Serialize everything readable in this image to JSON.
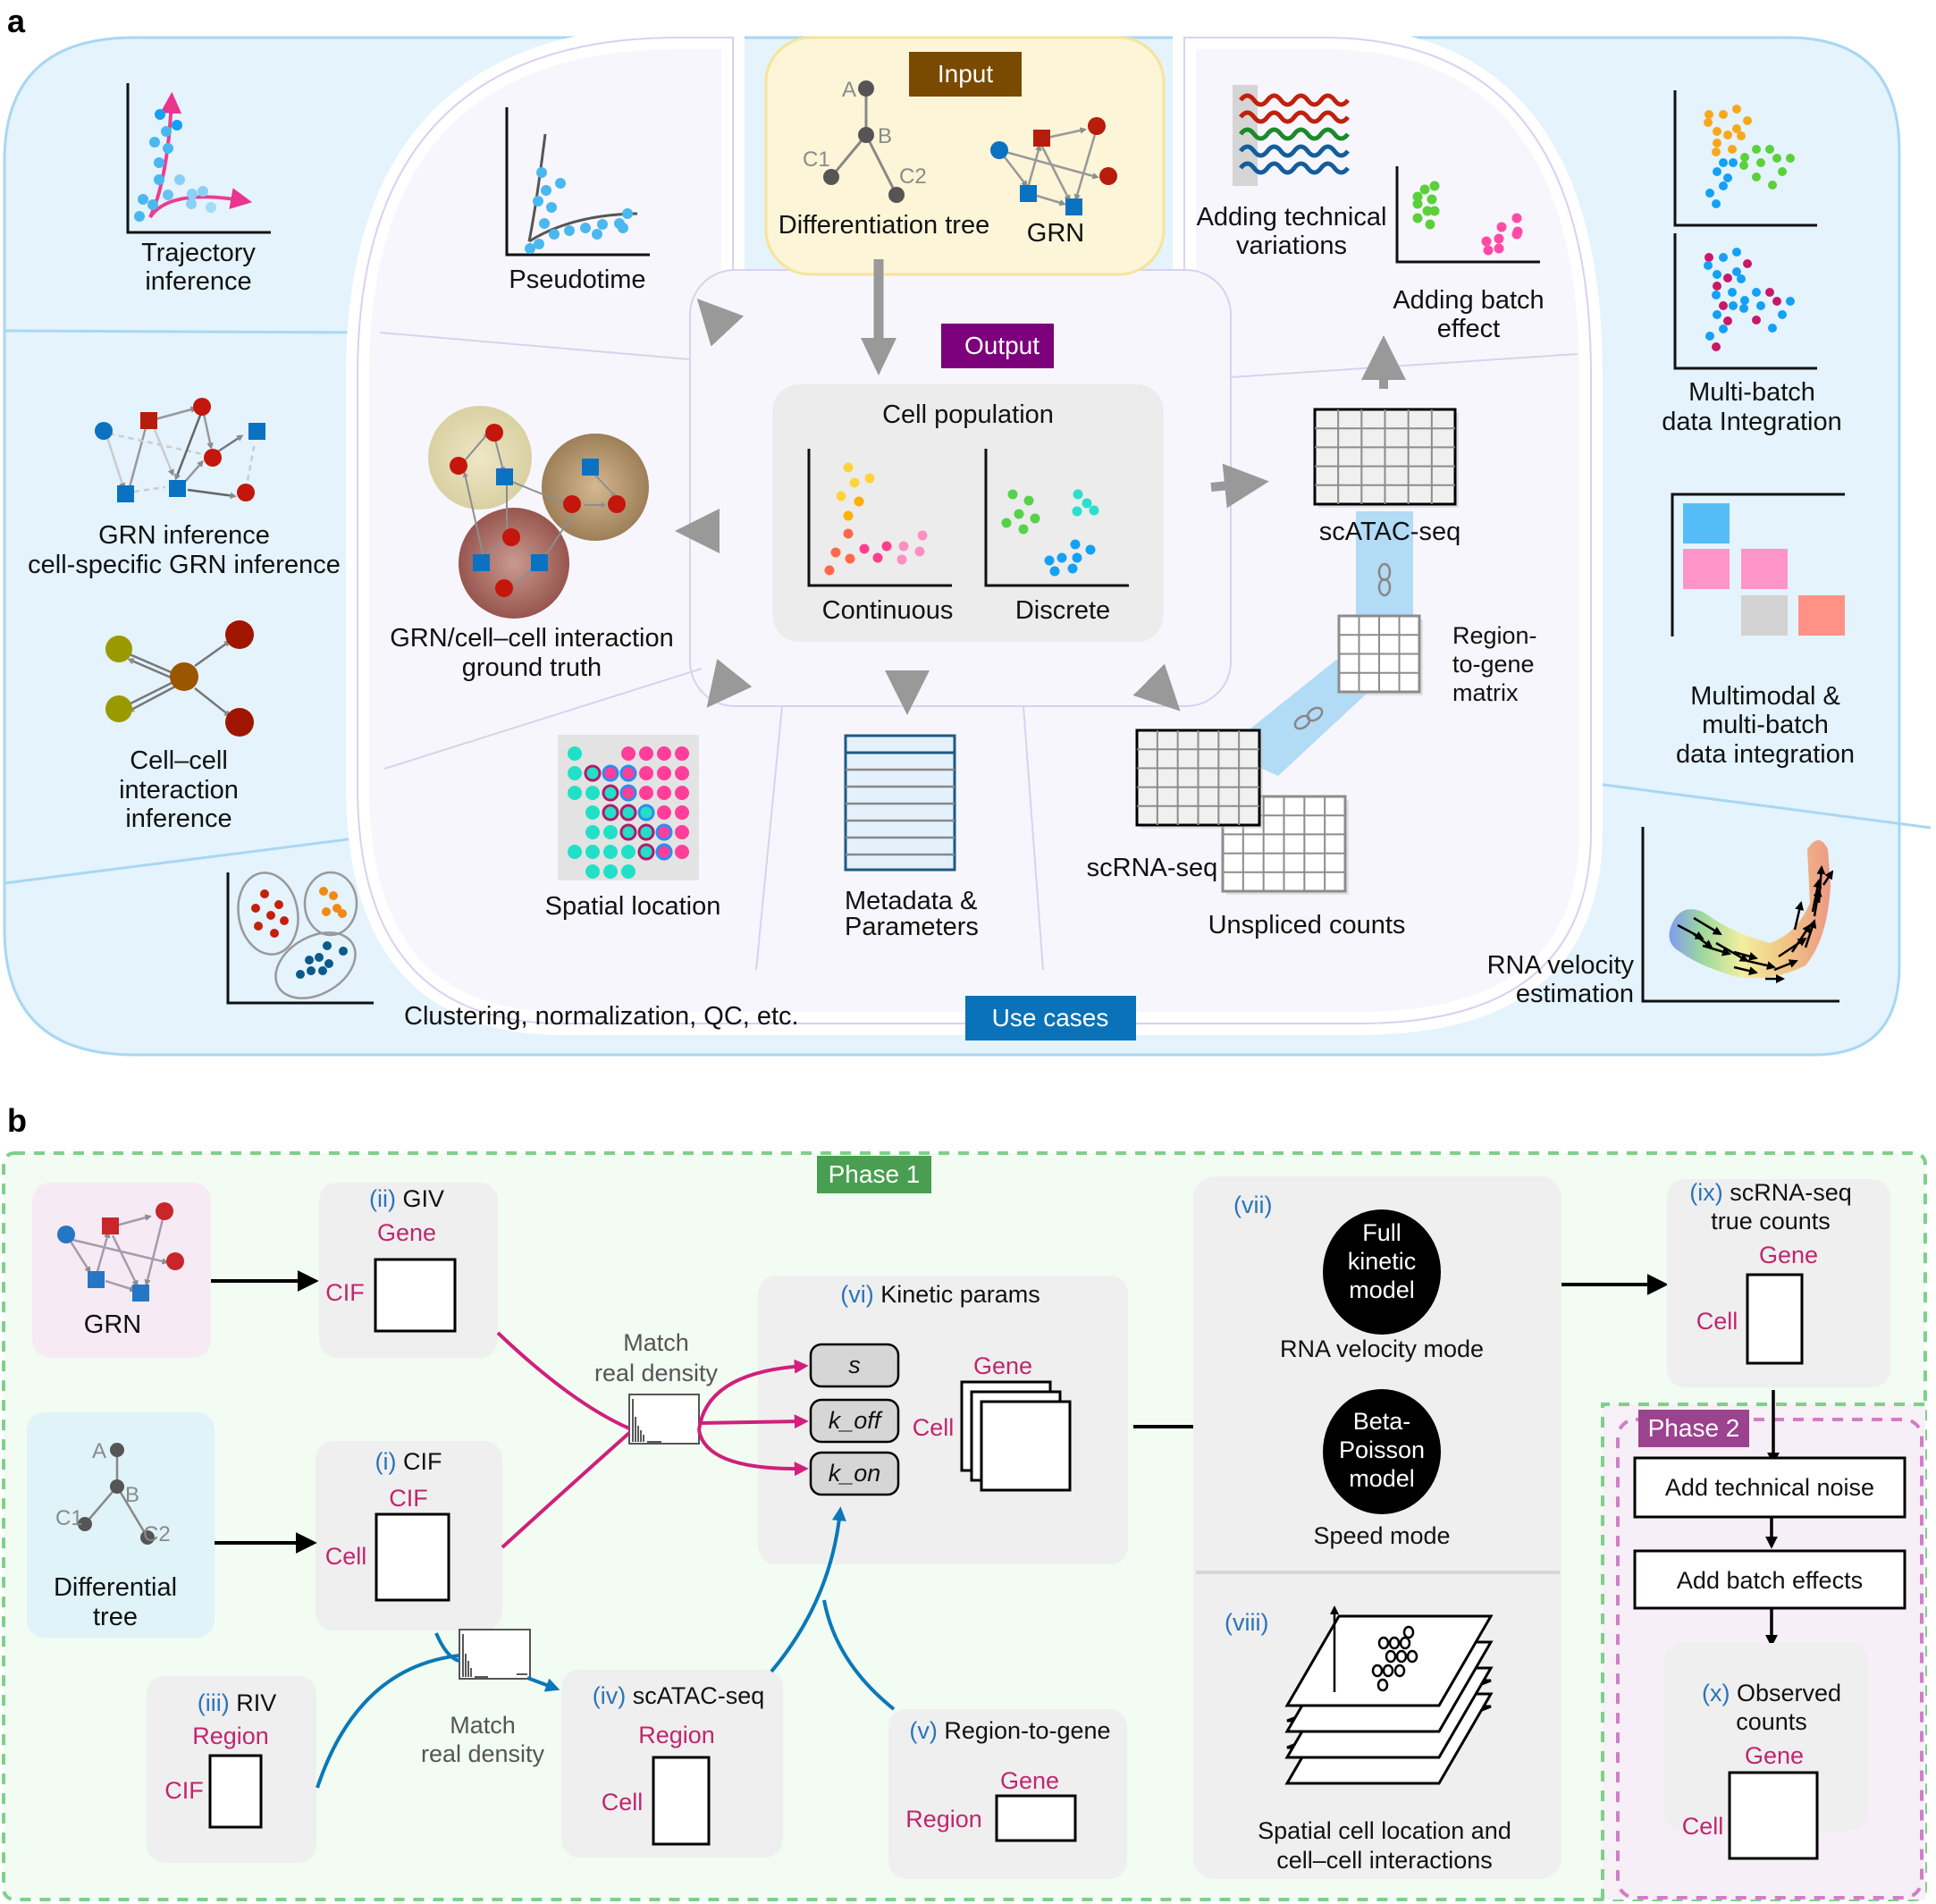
{
  "panel_a": {
    "letter": "a",
    "tags": {
      "input": "Input",
      "output": "Output",
      "use_cases": "Use cases"
    },
    "tag_colors": {
      "input": "#7a4a00",
      "output": "#7c007c",
      "use_cases": "#0a72b8"
    },
    "input": {
      "tree_label": "Differentiation tree",
      "tree_nodes": [
        "A",
        "B",
        "C1",
        "C2"
      ],
      "grn_label": "GRN"
    },
    "output": {
      "cell_population": "Cell population",
      "continuous": "Continuous",
      "discrete": "Discrete"
    },
    "outputs_ring": {
      "pseudotime": "Pseudotime",
      "grn_truth": [
        "GRN/cell–cell interaction",
        "ground truth"
      ],
      "spatial": "Spatial location",
      "metadata": [
        "Metadata &",
        "Parameters"
      ],
      "scrna": "scRNA-seq",
      "unspliced": "Unspliced counts",
      "scatac": "scATAC-seq",
      "region_to_gene": [
        "Region-",
        "to-gene",
        "matrix"
      ],
      "tech_var": [
        "Adding technical",
        "variations"
      ],
      "batch": [
        "Adding batch",
        "effect"
      ]
    },
    "use_cases": {
      "trajectory": [
        "Trajectory",
        "inference"
      ],
      "grn_inference": [
        "GRN inference",
        "cell-specific GRN inference"
      ],
      "cci": [
        "Cell–cell",
        "interaction",
        "inference"
      ],
      "clustering": "Clustering, normalization, QC, etc.",
      "multibatch": [
        "Multi-batch",
        "data Integration"
      ],
      "multimodal": [
        "Multimodal &",
        "multi-batch",
        "data integration"
      ],
      "velocity": [
        "RNA velocity",
        "estimation"
      ]
    }
  },
  "panel_b": {
    "letter": "b",
    "phase1": "Phase 1",
    "phase2": "Phase 2",
    "phase_colors": {
      "phase1": "#4a9e52",
      "phase2": "#9c4390"
    },
    "grn": "GRN",
    "diff_tree": [
      "Differential",
      "tree"
    ],
    "tree_nodes": [
      "A",
      "B",
      "C1",
      "C2"
    ],
    "giv": {
      "num": "(ii)",
      "title": "GIV",
      "col": "Gene",
      "row": "CIF"
    },
    "cif": {
      "num": "(i)",
      "title": "CIF",
      "col": "CIF",
      "row": "Cell"
    },
    "riv": {
      "num": "(iii)",
      "title": "RIV",
      "col": "Region",
      "row": "CIF"
    },
    "scatac": {
      "num": "(iv)",
      "title": "scATAC-seq",
      "col": "Region",
      "row": "Cell"
    },
    "r2g": {
      "num": "(v)",
      "title": "Region-to-gene",
      "col": "Gene",
      "row": "Region"
    },
    "kinetic": {
      "num": "(vi)",
      "title": "Kinetic params",
      "params": [
        "s",
        "k_off",
        "k_on"
      ],
      "col": "Gene",
      "row": "Cell"
    },
    "match_density": [
      "Match",
      "real density"
    ],
    "models": {
      "num": "(vii)",
      "full": [
        "Full",
        "kinetic",
        "model"
      ],
      "full_mode": "RNA velocity mode",
      "beta": [
        "Beta-",
        "Poisson",
        "model"
      ],
      "beta_mode": "Speed mode"
    },
    "spatial": {
      "num": "(viii)",
      "label": [
        "Spatial cell location and",
        "cell–cell interactions"
      ]
    },
    "true_counts": {
      "num": "(ix)",
      "title": [
        "scRNA-seq",
        "true counts"
      ],
      "col": "Gene",
      "row": "Cell"
    },
    "noise": "Add technical noise",
    "batch": "Add batch effects",
    "observed": {
      "num": "(x)",
      "title": [
        "Observed",
        "counts"
      ],
      "col": "Gene",
      "row": "Cell"
    }
  }
}
